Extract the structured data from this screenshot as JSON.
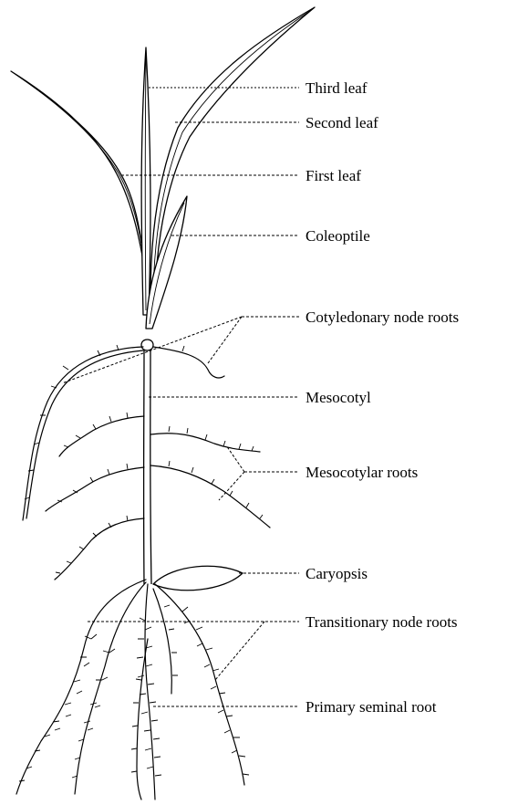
{
  "labels": {
    "third_leaf": "Third leaf",
    "second_leaf": "Second leaf",
    "first_leaf": "First leaf",
    "coleoptile": "Coleoptile",
    "cotyledonary_node_roots": "Cotyledonary node roots",
    "mesocotyl": "Mesocotyl",
    "mesocotylar_roots": "Mesocotylar roots",
    "caryopsis": "Caryopsis",
    "transitionary_node_roots": "Transitionary node roots",
    "primary_seminal_root": "Primary seminal root"
  },
  "colors": {
    "line": "#000000",
    "background": "#ffffff"
  }
}
